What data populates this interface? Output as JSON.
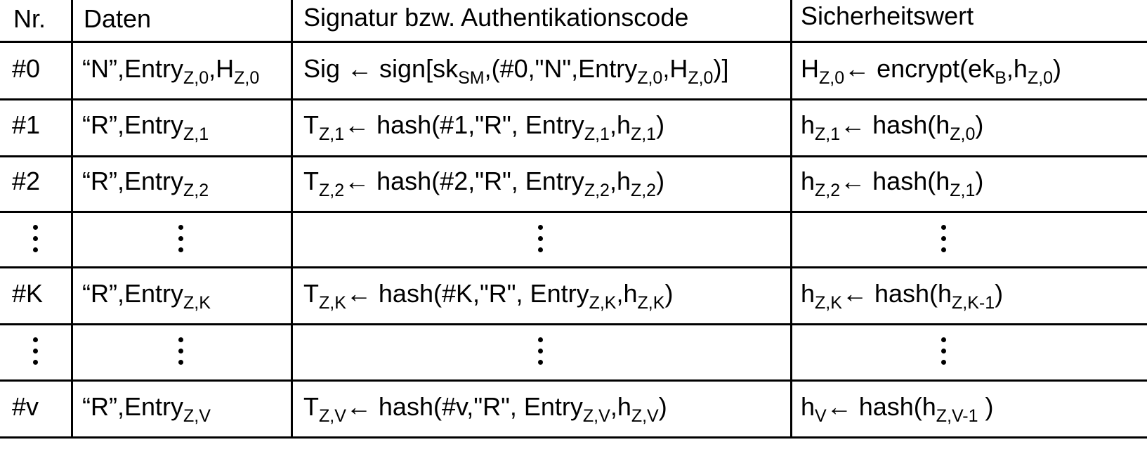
{
  "table": {
    "headers": [
      "Nr.",
      "Daten",
      "Signatur bzw. Authentikationscode",
      "Sicherheitswert"
    ],
    "rows": [
      {
        "nr": "#0",
        "daten": {
          "a": "“N”,Entry",
          "a_sub": "Z,0",
          "b": ",H",
          "b_sub": "Z,0"
        },
        "sig": {
          "t1": "Sig ← sign[sk",
          "s1": "SM",
          "t2": ",(#0,\"N\",Entry",
          "s2": "Z,0",
          "t3": ",H",
          "s3": "Z,0",
          "t4": ")]"
        },
        "sw": {
          "t1": "H",
          "s1": "Z,0",
          "t2": "← encrypt(ek",
          "s2": "B",
          "t3": ",h",
          "s3": "Z,0",
          "t4": ")"
        }
      },
      {
        "nr": "#1",
        "daten": {
          "a": "“R”,Entry",
          "a_sub": "Z,1"
        },
        "sig": {
          "t1": "T",
          "s1": "Z,1",
          "t2": "← hash(#1,\"R\", Entry",
          "s2": "Z,1",
          "t3": ",h",
          "s3": "Z,1",
          "t4": ")"
        },
        "sw": {
          "t1": "h",
          "s1": "Z,1",
          "t2": "← hash(h",
          "s2": "Z,0",
          "t3": ")"
        }
      },
      {
        "nr": "#2",
        "daten": {
          "a": "“R”,Entry",
          "a_sub": "Z,2"
        },
        "sig": {
          "t1": "T",
          "s1": "Z,2",
          "t2": "← hash(#2,\"R\", Entry",
          "s2": "Z,2",
          "t3": ",h",
          "s3": "Z,2",
          "t4": ")"
        },
        "sw": {
          "t1": "h",
          "s1": "Z,2",
          "t2": "← hash(h",
          "s2": "Z,1",
          "t3": ")"
        }
      },
      {
        "nr": "#K",
        "daten": {
          "a": "“R”,Entry",
          "a_sub": "Z,K"
        },
        "sig": {
          "t1": "T",
          "s1": "Z,K",
          "t2": "← hash(#K,\"R\", Entry",
          "s2": "Z,K",
          "t3": ",h",
          "s3": "Z,K",
          "t4": ")"
        },
        "sw": {
          "t1": "h",
          "s1": "Z,K",
          "t2": "← hash(h",
          "s2": "Z,K-1",
          "t3": ")"
        }
      },
      {
        "nr": "#v",
        "daten": {
          "a": "“R”,Entry",
          "a_sub": "Z,V"
        },
        "sig": {
          "t1": "T",
          "s1": "Z,V",
          "t2": "← hash(#v,\"R\", Entry",
          "s2": "Z,V",
          "t3": ",h",
          "s3": "Z,V",
          "t4": ")"
        },
        "sw": {
          "t1": "h",
          "s1": "V",
          "t2": "← hash(h",
          "s2": "Z,V-1",
          "t3": " )"
        }
      }
    ]
  }
}
